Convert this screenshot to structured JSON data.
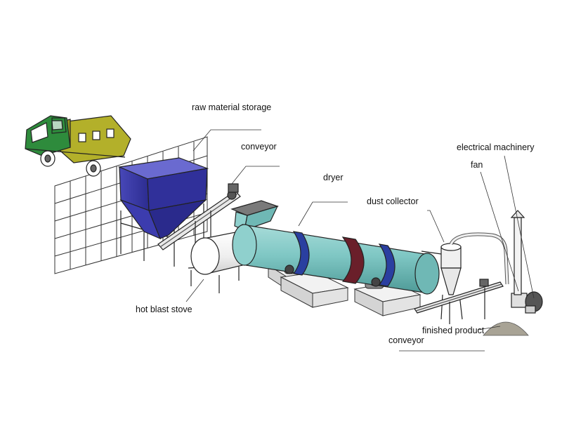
{
  "labels": {
    "raw_material_storage": "raw material storage",
    "conveyor_top": "conveyor",
    "dryer": "dryer",
    "dust_collector": "dust collector",
    "electrical_machinery": "electrical machinery",
    "fan": "fan",
    "hot_blast_stove": "hot blast stove",
    "finished_product": "finished product",
    "conveyor_bottom": "conveyor"
  },
  "colors": {
    "truck_cab": "#2e8b3c",
    "truck_cargo": "#b3b02a",
    "storage_bin": "#3a3aa8",
    "dryer_drum": "#7fc7c4",
    "dryer_ring": "#2a3fa0",
    "dryer_gear": "#6a1f2a",
    "concrete_base": "#e6e6e6",
    "outline": "#2a2a2a"
  },
  "icons": [
    "truck-icon",
    "storage-bin-icon",
    "inclined-conveyor-icon",
    "rotary-dryer-drum-icon",
    "hot-blast-stove-tank-icon",
    "cyclone-dust-collector-icon",
    "exhaust-fan-icon",
    "chimney-icon",
    "product-pile-icon"
  ]
}
